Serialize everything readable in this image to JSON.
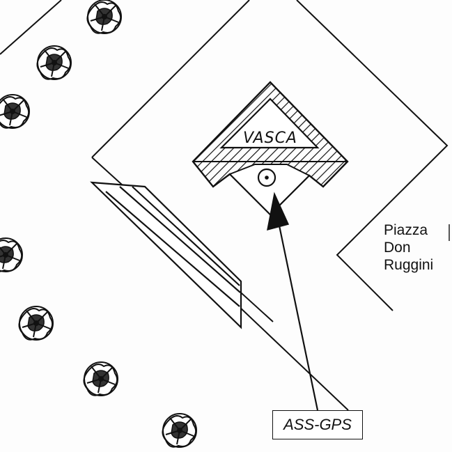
{
  "labels": {
    "basin": "VASCA",
    "square_line1": "Piazza",
    "square_line2": "Don",
    "square_line3": "Ruggini",
    "station": "ASS-GPS"
  },
  "colors": {
    "ink": "#111111",
    "paper": "#fdfdfd"
  },
  "icons": {
    "trees": "tree-icon",
    "benchmark": "survey-point-icon",
    "pointer": "arrow-icon"
  }
}
